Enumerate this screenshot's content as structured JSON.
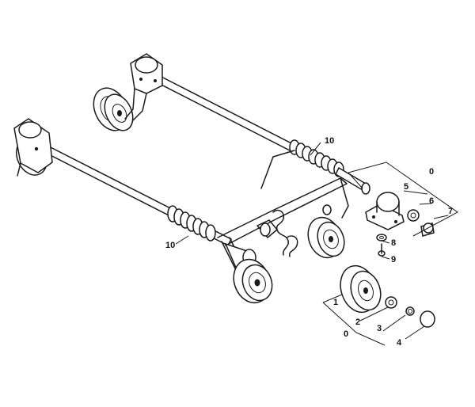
{
  "callouts": [
    {
      "id": "c10a",
      "text": "10"
    },
    {
      "id": "c10b",
      "text": "10"
    },
    {
      "id": "c0a",
      "text": "0"
    },
    {
      "id": "c5",
      "text": "5"
    },
    {
      "id": "c6",
      "text": "6"
    },
    {
      "id": "c7",
      "text": "7"
    },
    {
      "id": "c8",
      "text": "8"
    },
    {
      "id": "c9",
      "text": "9"
    },
    {
      "id": "c1",
      "text": "1"
    },
    {
      "id": "c2",
      "text": "2"
    },
    {
      "id": "c3",
      "text": "3"
    },
    {
      "id": "c4",
      "text": "4"
    },
    {
      "id": "c0b",
      "text": "0"
    }
  ]
}
